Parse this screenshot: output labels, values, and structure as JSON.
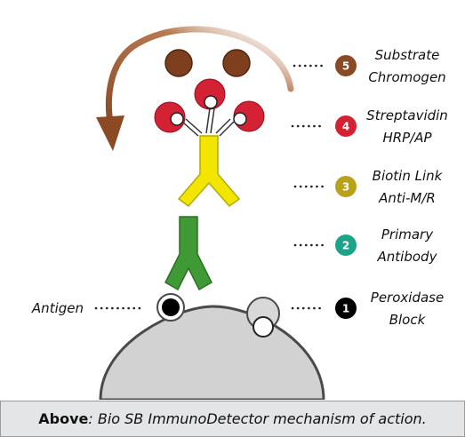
{
  "steps": [
    {
      "number": "5",
      "line1": "Substrate",
      "line2": "Chromogen",
      "color": "#8a4a26"
    },
    {
      "number": "4",
      "line1": "Streptavidin",
      "line2": "HRP/AP",
      "color": "#d42134"
    },
    {
      "number": "3",
      "line1": "Biotin Link",
      "line2": "Anti-M/R",
      "color": "#b8a21c"
    },
    {
      "number": "2",
      "line1": "Primary",
      "line2": "Antibody",
      "color": "#1ea38b"
    },
    {
      "number": "1",
      "line1": "Peroxidase",
      "line2": "Block",
      "color": "#000000"
    }
  ],
  "antigen_label": "Antigen",
  "caption": {
    "bold": "Above",
    "rest": ": Bio SB ImmunoDetector mechanism of action."
  },
  "colors": {
    "arrow": "#9a5a33",
    "chromogen": "#7e3f1e",
    "streptavidin": "#d42134",
    "biotin_link_antibody": "#f2e500",
    "primary_antibody": "#3f9a36",
    "cell": "#d2d2d2"
  }
}
